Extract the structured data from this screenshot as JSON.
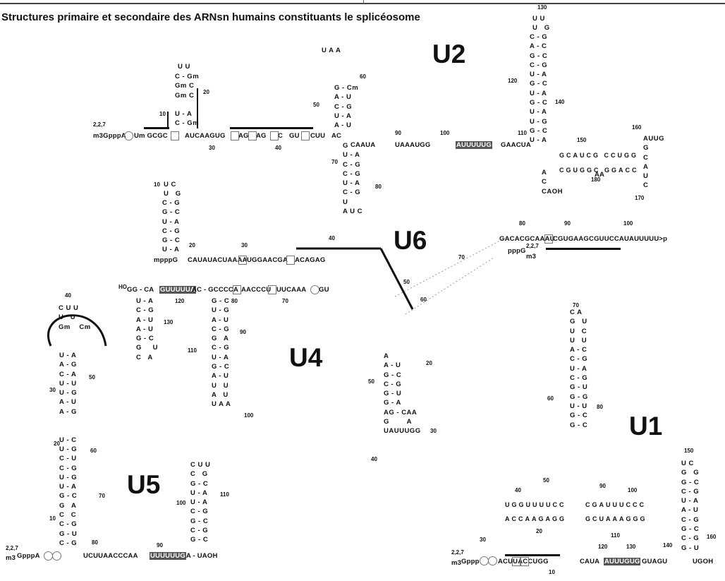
{
  "title": "Structures primaire et secondaire des ARNsn humains constituants le splicéosome",
  "snrnas": {
    "u1": {
      "label": "U1"
    },
    "u2": {
      "label": "U2"
    },
    "u4": {
      "label": "U4"
    },
    "u5": {
      "label": "U5"
    },
    "u6": {
      "label": "U6"
    }
  },
  "u2": {
    "cap": "m3GpppA",
    "cap_sup": "2,2,7",
    "seq_5p": "Um  GCGC",
    "seq_mid": "AUCAAGUG",
    "seq_mid2": "AG",
    "seq_mid3": "AG",
    "seq_mid4": "C",
    "seq_mid5": "GU",
    "seq_mid6": "CUU",
    "seq_tail": "AC",
    "branch": "CAAUA",
    "branch2": "UAAAUGG",
    "hl_main": "AUUUUUG",
    "branch3": "GAACUA",
    "n10": "10",
    "n20": "20",
    "n30": "30",
    "n40": "40",
    "n50": "50",
    "n60": "60",
    "n70": "70",
    "n80": "80",
    "n90": "90",
    "n100": "100",
    "n110": "110",
    "n120": "120",
    "n130": "130",
    "n140": "140",
    "n150": "150",
    "n160": "160",
    "n170": "170",
    "n180": "180",
    "stem1_top": "U U",
    "stem1": "C - Gm\nGm C\nGm C\n \nU - A\nC - Gm",
    "stem2_top": "U A A",
    "stem2": "G - Cm\nA - U\nC - G\nU - A\nA - U",
    "stem3": "G\nU - A\nC - G\nC - G\nU - A\nC - G\nU\nA U C",
    "stem4_top": "U U\nU   G",
    "stem4": "C - G\nA - C\nG - C\nC - G\nU - A\nG - C\nU - A\nG - C\nU - A\nU - G\nG - C\nU - A",
    "loop150_top": "GCAUCG  CCUGG",
    "loop150_bot": "CGUGGC  GGACC",
    "loop_aa": "AA",
    "loop_oh": "A\nC\nCAOH",
    "loop_right": "AUUG\nG\nC\nA\nU\nC",
    "oh": "OH"
  },
  "u6": {
    "cap": "mpppG",
    "seq_main": "CAUAUACUAAAA",
    "seq_main2": "UGGAACGA",
    "seq_main3": "ACAGAG",
    "stem_top": "U C\nU   G",
    "stem": "C - G\nG - C\nU - A\nC - G\nG - C\nU - A",
    "right_seq": "GACACGCAAAU",
    "right_seq2": "CGUGAAGCGUUCCAUAUUUUU>p",
    "cap_right": "m3",
    "cap_right_sup": "2,2,7",
    "cap_right_pre": "pppG",
    "n10": "10",
    "n20": "20",
    "n30": "30",
    "n40": "40",
    "n50": "50",
    "n60": "60",
    "n70": "70",
    "n80": "80",
    "n90": "90",
    "n100": "100"
  },
  "u4": {
    "ho": "HO",
    "seq_start": "GG - CA",
    "hl": "GUUUUUA",
    "seq_after": "AC - GCCCCA",
    "seq_after2": "AACCCU",
    "seq_after3": "UUCAAA",
    "seq_after4": "GU",
    "stem_left": "U - A\nC - G\nA - U\nA - U\nG - C\nG     U\nC   A",
    "stem_mid": "G - C\nU - G\nA - U\nC - G\nG   A\nC - G\nU - A\nG - C\nA - U\nU   U\nA   U\nU A A",
    "n70": "70",
    "n80": "80",
    "n90": "90",
    "n100": "100",
    "n110": "110",
    "n120": "120",
    "n130": "130"
  },
  "y": {
    "stem_low": "A\nA - U\nG - C\nC - G\nG - U\nG - A\nAG - CAA\nG        A\nUAUUUGG",
    "n20": "20",
    "n30": "30",
    "n40": "40",
    "n50": "50"
  },
  "u5": {
    "cap": "GpppA",
    "cap_pre": "m3",
    "cap_sup": "2,2,7",
    "seq_3p": "UCUUAACCCAA",
    "hl": "UUUUUUG",
    "seq_3p_tail": "A - UAOH",
    "stem_main": "U - A\nA - G\nC - A\nU - U\nU - G\nA - U\nA - G\n\n\nU - C\nU - G\nC - U\nC - G\nU - G\nU - A\nG - C\nG   A\nC   C\nC - G\nG - U\nC - G",
    "loop_top": "C U U\nU   U\nGm    Cm",
    "stem_right": "C U U\nC   G\nG - C\nU - A\nU - A\nC - G\nG - C\nC - G\nG - C",
    "n10": "10",
    "n20": "20",
    "n30": "30",
    "n40": "40",
    "n50": "50",
    "n60": "60",
    "n70": "70",
    "n80": "80",
    "n90": "90",
    "n100": "100",
    "n110": "110"
  },
  "u1": {
    "cap": "Gppp",
    "cap_pre": "m3",
    "cap_sup": "2,2,7",
    "seq_5p": "ACUUACCUGG",
    "seq_mid": "CAUA",
    "hl": "AUUUGUG",
    "seq_tail": "GUAGU",
    "seq_end": "UGOH",
    "stem_main": "C A\nG   U\nU   C\nU   U\nA - C\nC - G\nU - A\nC - G\nG - U\nG - G\nU - U\nG - C\nG - C",
    "loop_left_top": "UGGUUUUCC",
    "loop_left_bot": "ACCAAGAGG",
    "loop_right_top": "CGAUUUCCC",
    "loop_right_bot": "GCUAAAGGG",
    "stem_right": "U C\nG   G\nG - C\nC - G\nU - A\nA - U\nC - G\nG - C\nC - G\nG - U",
    "n10": "10",
    "n20": "20",
    "n30": "30",
    "n40": "40",
    "n50": "50",
    "n60": "60",
    "n70": "70",
    "n80": "80",
    "n90": "90",
    "n100": "100",
    "n110": "110",
    "n120": "120",
    "n130": "130",
    "n140": "140",
    "n150": "150",
    "n160": "160"
  }
}
